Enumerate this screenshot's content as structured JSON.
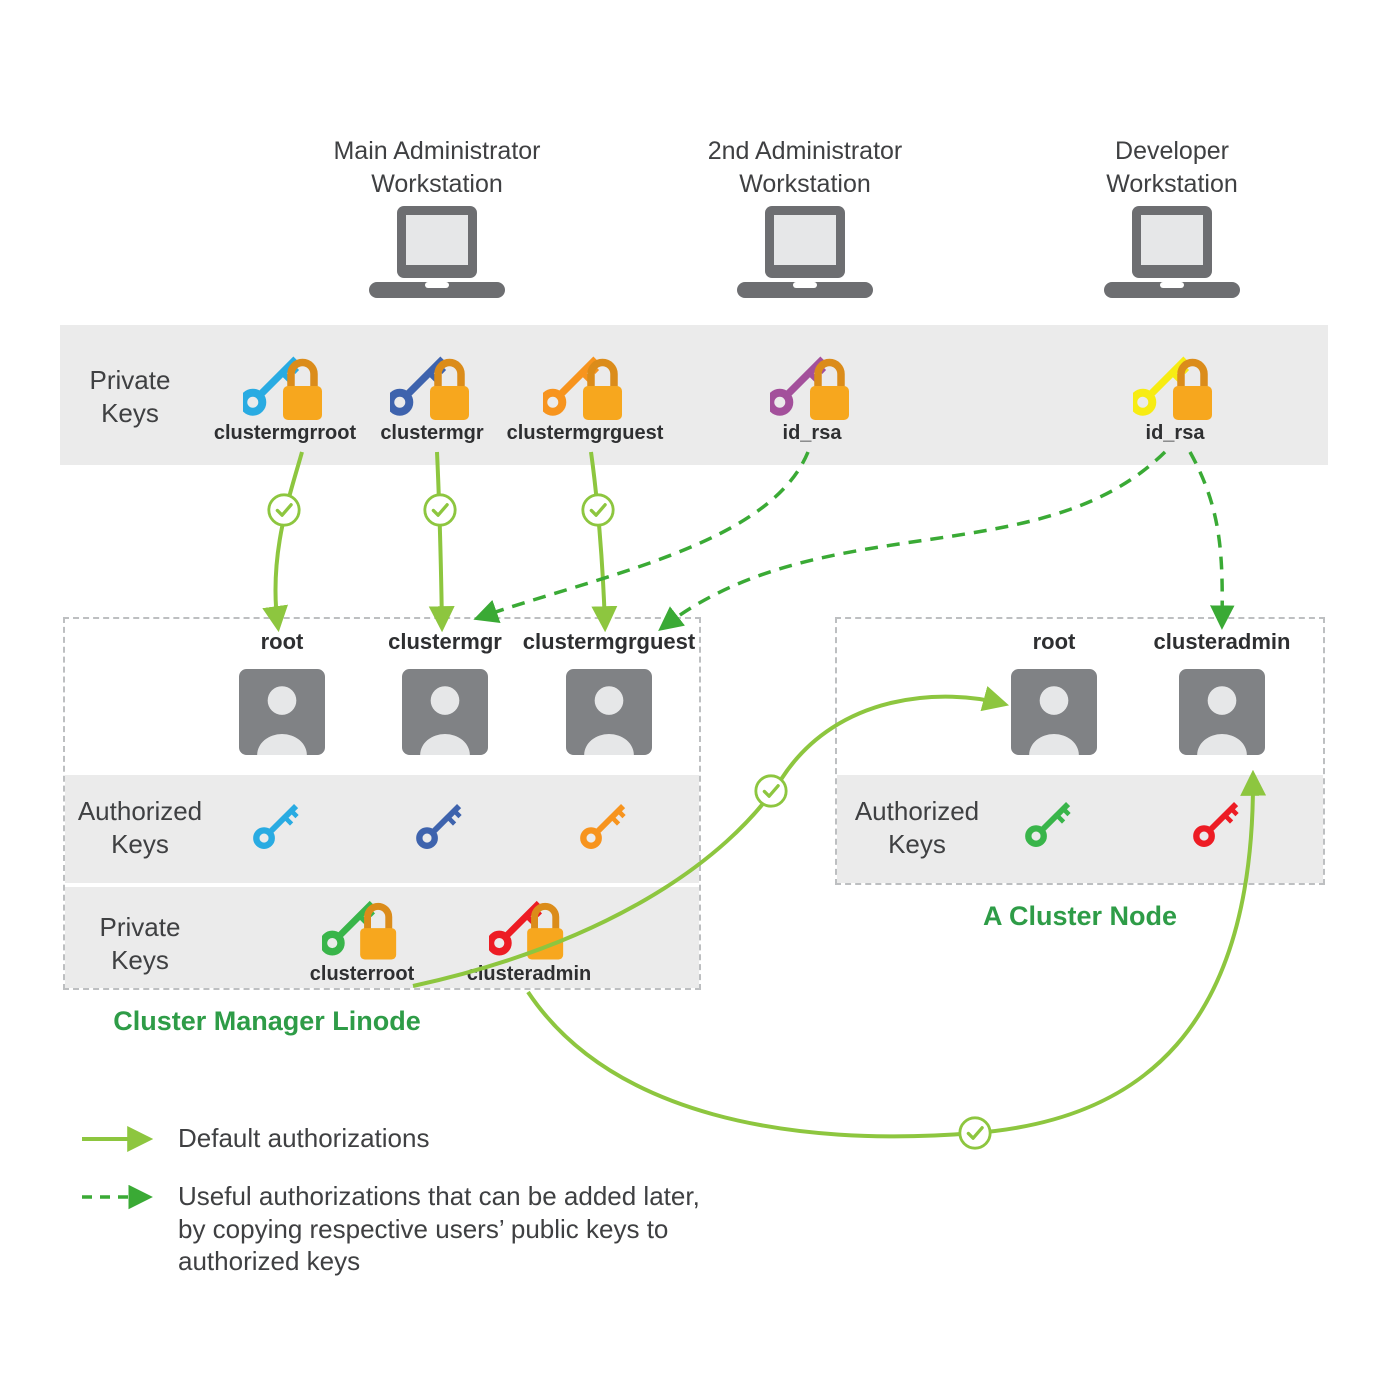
{
  "colors": {
    "solid_arrow": "#8DC63F",
    "dashed_arrow": "#3AAA35",
    "band_bg": "#EBEBEB",
    "title_green": "#2E9C47",
    "text": "#3F4042",
    "lock_body": "#F7A71E",
    "lock_shackle": "#DB8C1A",
    "user_icon": "#808285",
    "laptop": "#6D6E71"
  },
  "workstations": [
    {
      "label": "Main Administrator\nWorkstation"
    },
    {
      "label": "2nd Administrator\nWorkstation"
    },
    {
      "label": "Developer\nWorkstation"
    }
  ],
  "private_keys_band": {
    "label": "Private\nKeys",
    "keys": [
      {
        "label": "clustermgrroot",
        "color": "#29ABE2"
      },
      {
        "label": "clustermgr",
        "color": "#3E63AD"
      },
      {
        "label": "clustermgrguest",
        "color": "#F7941E"
      },
      {
        "label": "id_rsa",
        "color": "#A3509B"
      },
      {
        "label": "id_rsa",
        "color": "#F7EC13"
      }
    ]
  },
  "cluster_manager": {
    "title": "Cluster Manager Linode",
    "users": [
      {
        "label": "root"
      },
      {
        "label": "clustermgr"
      },
      {
        "label": "clustermgrguest"
      }
    ],
    "authorized_band": {
      "label": "Authorized\nKeys",
      "keys": [
        {
          "color": "#29ABE2"
        },
        {
          "color": "#3E63AD"
        },
        {
          "color": "#F7941E"
        }
      ]
    },
    "private_band": {
      "label": "Private\nKeys",
      "keys": [
        {
          "label": "clusterroot",
          "color": "#39B54A"
        },
        {
          "label": "clusteradmin",
          "color": "#ED1C24"
        }
      ]
    }
  },
  "cluster_node": {
    "title": "A Cluster Node",
    "users": [
      {
        "label": "root"
      },
      {
        "label": "clusteradmin"
      }
    ],
    "authorized_band": {
      "label": "Authorized\nKeys",
      "keys": [
        {
          "color": "#39B54A"
        },
        {
          "color": "#ED1C24"
        }
      ]
    }
  },
  "legend": [
    {
      "style": "solid",
      "label": "Default authorizations"
    },
    {
      "style": "dashed",
      "label": "Useful authorizations that can be added later,\nby copying respective users’ public keys to\nauthorized keys"
    }
  ]
}
